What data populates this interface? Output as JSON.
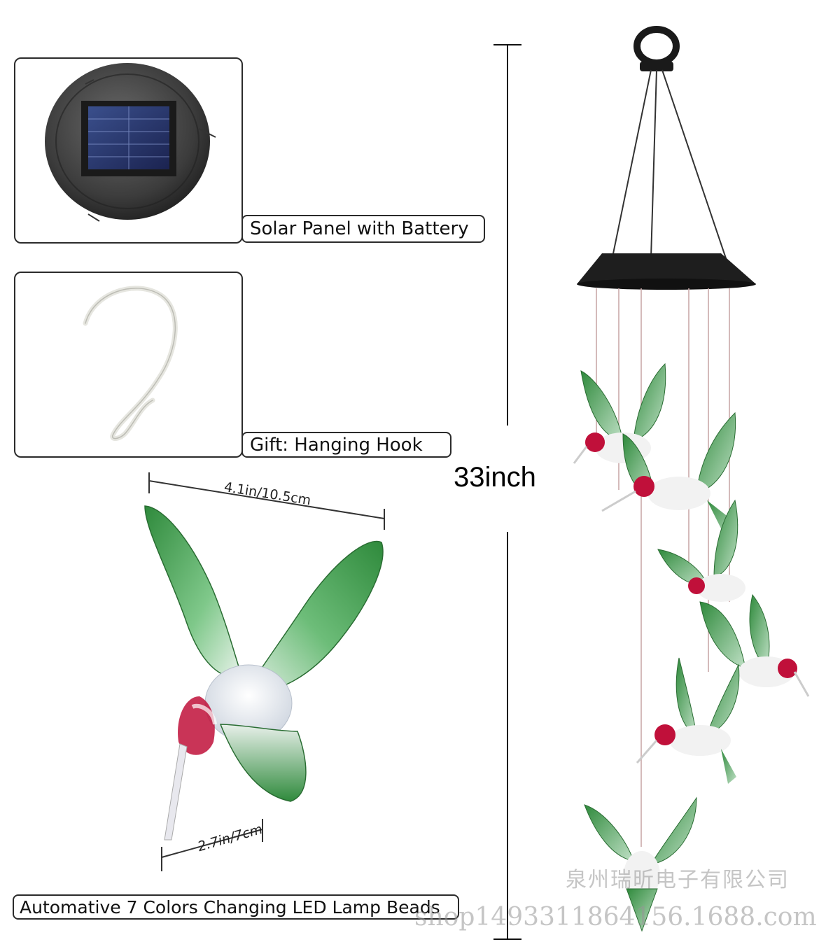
{
  "callouts": {
    "solar_panel": "Solar Panel with Battery",
    "hook": "Gift: Hanging Hook",
    "led": "Automative 7 Colors Changing LED Lamp Beads"
  },
  "dimensions": {
    "height": "33inch",
    "wingspan": "4.1in/10.5cm",
    "body": "2.7in/7cm"
  },
  "watermark": {
    "company": "泉州瑞昕电子有限公司",
    "url": "shop1493311864156.1688.com"
  },
  "colors": {
    "wing_green": "#2f8a3c",
    "throat_red": "#c0103a",
    "frame": "#2b2b2b"
  },
  "icons": [
    "solar-panel-icon",
    "hanging-hook-icon",
    "hummingbird-icon",
    "wind-chime-icon"
  ]
}
